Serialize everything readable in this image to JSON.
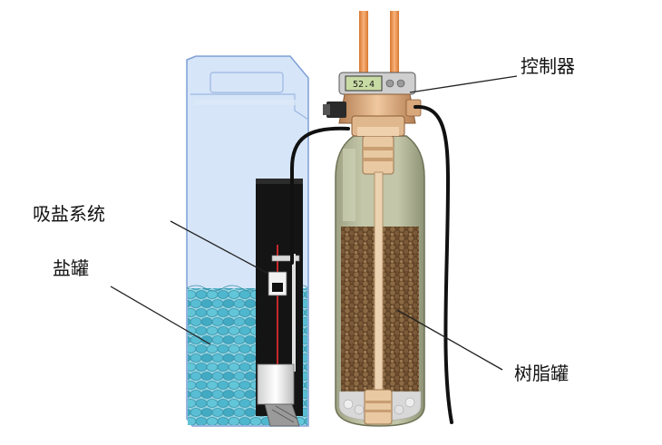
{
  "labels": {
    "controller": "控制器",
    "brine_system": "吸盐系统",
    "salt_tank": "盐罐",
    "resin_tank": "树脂罐"
  },
  "display": {
    "reading": "52.4"
  },
  "colors": {
    "salt_tank": "#bcd4f2",
    "salt_tank_edge": "#7f9fd6",
    "salt_pellets": "#47b5cc",
    "brine_well": "#141414",
    "float_rod": "#c62828",
    "resin_tank": "#b4b79a",
    "resin_beads": "#7a5a38",
    "gravel": "#d8d8d8",
    "distributor": "#e8c9a1",
    "inlet_pipes": "#f29a5a",
    "hose": "#111111",
    "display": "#c8dba4"
  }
}
